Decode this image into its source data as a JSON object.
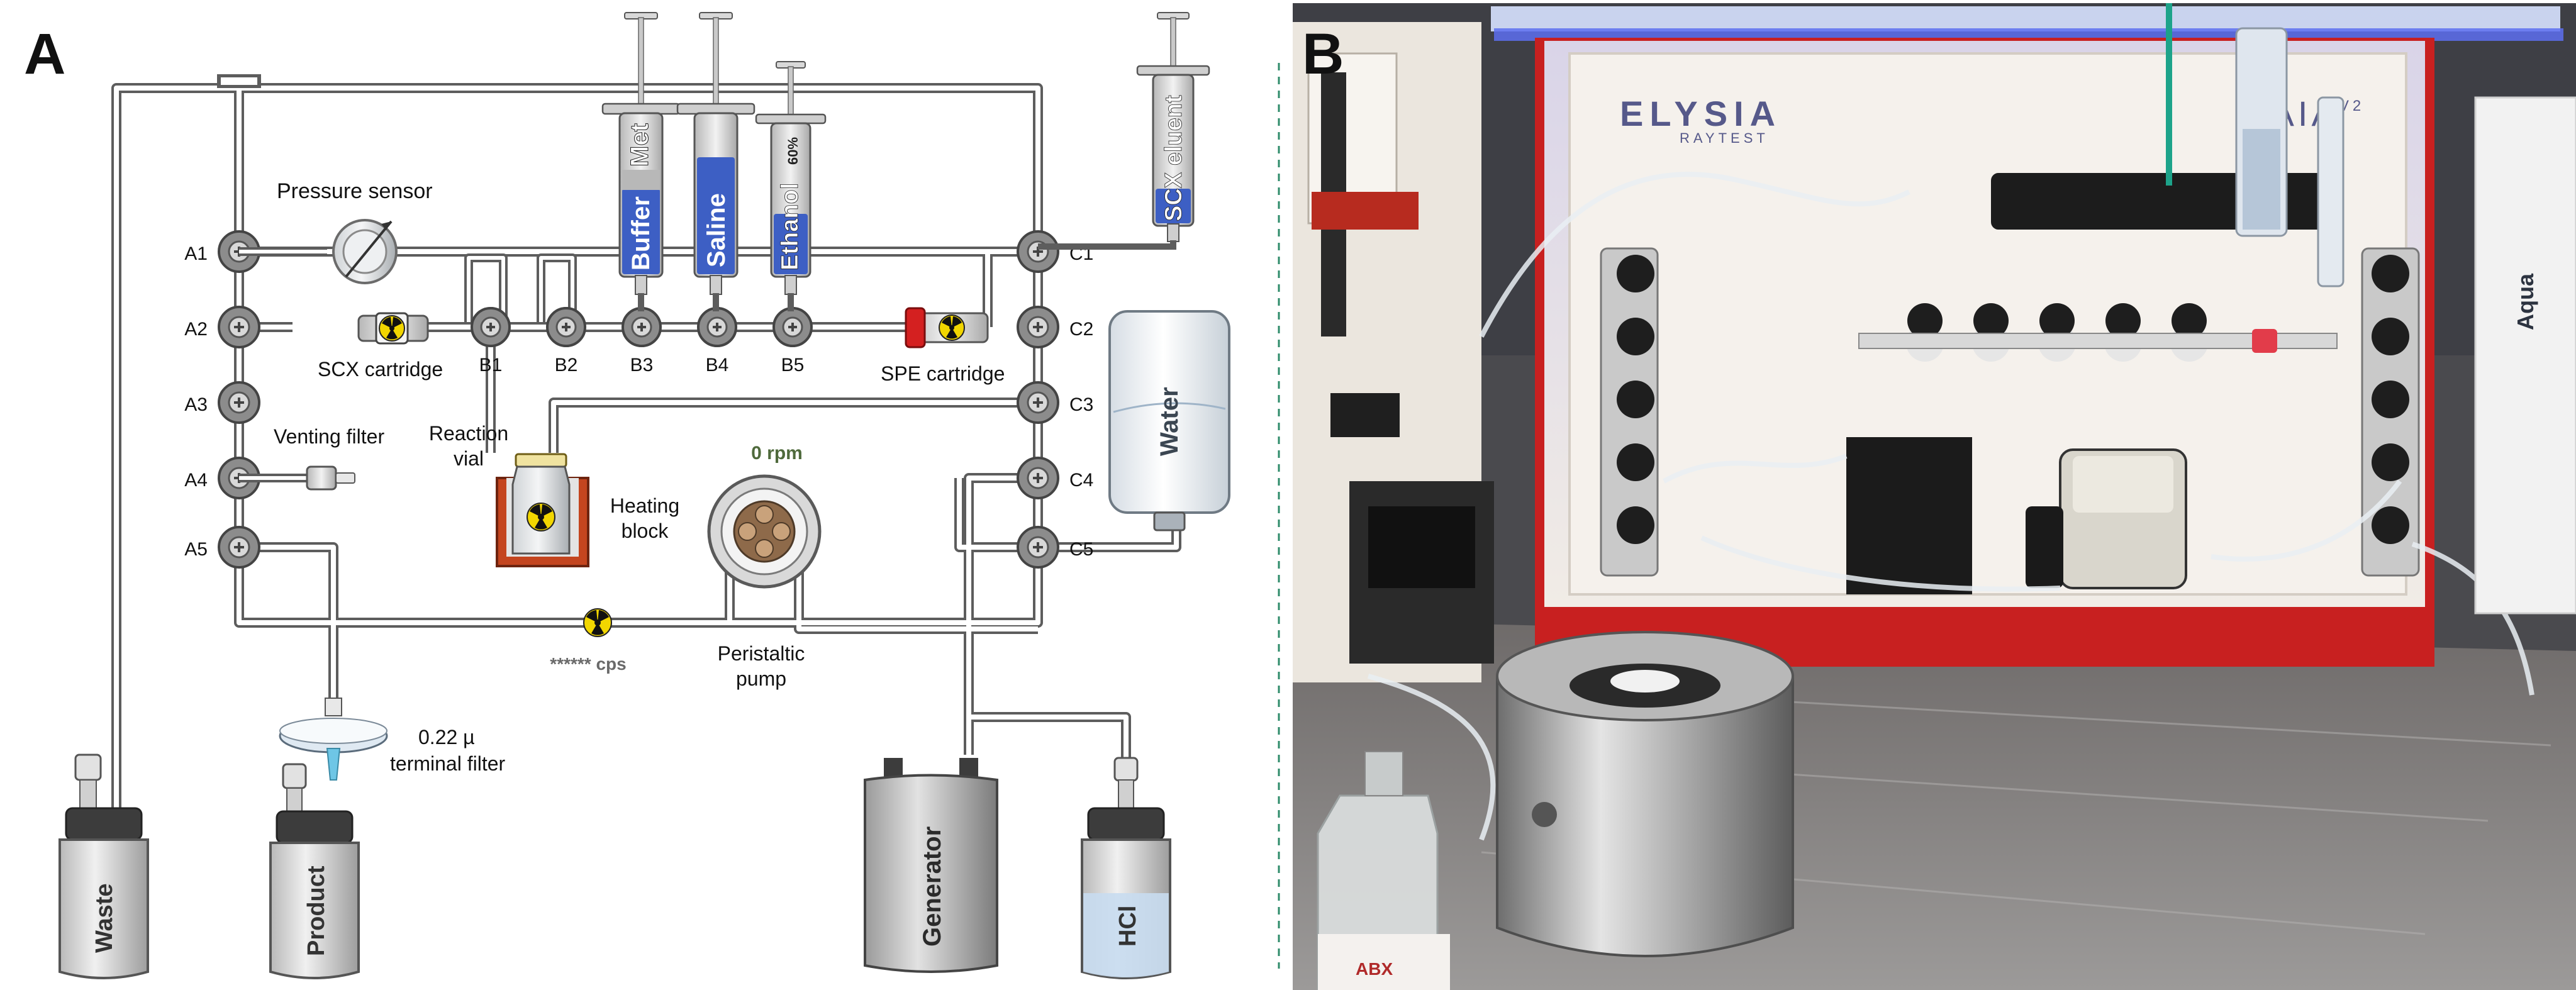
{
  "panels": {
    "left_letter": "A",
    "right_letter": "B"
  },
  "valves": {
    "A": [
      "A1",
      "A2",
      "A3",
      "A4",
      "A5"
    ],
    "B": [
      "B1",
      "B2",
      "B3",
      "B4",
      "B5"
    ],
    "C": [
      "C1",
      "C2",
      "C3",
      "C4",
      "C5"
    ]
  },
  "labels": {
    "pressure_sensor": "Pressure sensor",
    "scx_cartridge": "SCX cartridge",
    "spe_cartridge": "SPE cartridge",
    "venting_filter": "Venting filter",
    "reaction_vial_line1": "Reaction",
    "reaction_vial_line2": "vial",
    "heating_block_line1": "Heating",
    "heating_block_line2": "block",
    "pump_speed": "0 rpm",
    "pump_line1": "Peristaltic",
    "pump_line2": "pump",
    "counts": "****** cps",
    "filter_line1": "0.22 µ",
    "filter_line2": "terminal filter"
  },
  "syringes": {
    "met": "Met",
    "buffer": "Buffer",
    "saline": "Saline",
    "ethanol": "Ethanol",
    "ethanol_pct": "60%",
    "scx_eluent": "SCX eluent"
  },
  "containers": {
    "water": "Water",
    "waste": "Waste",
    "product": "Product",
    "generator": "Generator",
    "hcl": "HCl"
  },
  "photo": {
    "brand": "ELYSIA",
    "brand_sub": "RAYTEST",
    "model": "GAIA",
    "model_sup": "V2",
    "side_label": "Aqua",
    "bottle_label": "ABX"
  },
  "colors": {
    "tubing": "#5d5d5d",
    "valve_fill": "#8c8c8c",
    "syringe_blue": "#3d5fc4",
    "radiation_yellow": "#f2d600",
    "heating_block": "#c4451f",
    "spe_red": "#d42020",
    "hcl_liquid": "#c8dcf0",
    "water_bottle": "#e8eef4",
    "divider": "#2e8b6a"
  }
}
